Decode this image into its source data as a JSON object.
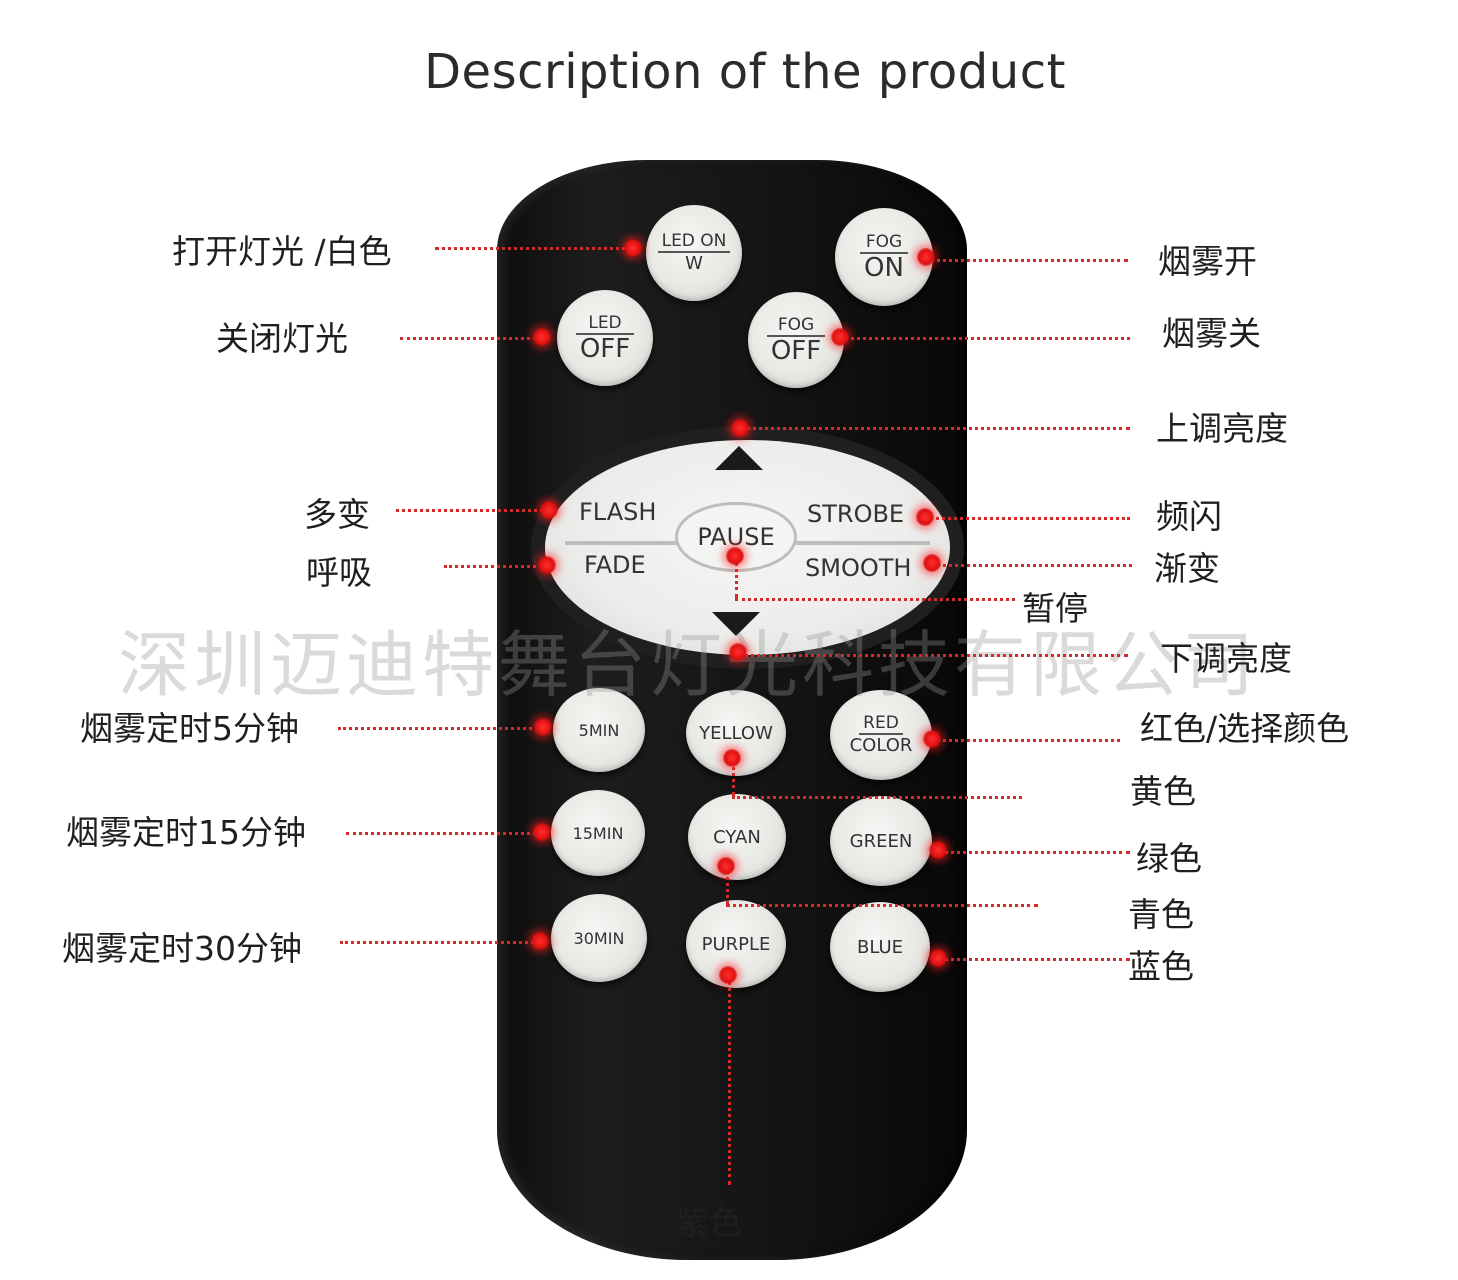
{
  "title": "Description  of  the product",
  "watermark": "深圳迈迪特舞台灯光科技有限公司",
  "labels": {
    "led_on_w": "打开灯光 /白色",
    "led_off": "关闭灯光",
    "fog_on": "烟雾开",
    "fog_off": "烟雾关",
    "bright_up": "上调亮度",
    "flash": "多变",
    "fade": "呼吸",
    "strobe": "频闪",
    "smooth": "渐变",
    "pause": "暂停",
    "bright_down": "下调亮度",
    "min5": "烟雾定时5分钟",
    "min15": "烟雾定时15分钟",
    "min30": "烟雾定时30分钟",
    "red_color": "红色/选择颜色",
    "yellow": "黄色",
    "green": "绿色",
    "cyan": "青色",
    "blue": "蓝色",
    "purple": "紫色"
  },
  "buttons": {
    "led_on_top": "LED ON",
    "led_on_bottom": "W",
    "fog_on_top": "FOG",
    "fog_on_bottom": "ON",
    "led_off_top": "LED",
    "led_off_bottom": "OFF",
    "fog_off_top": "FOG",
    "fog_off_bottom": "OFF",
    "flash": "FLASH",
    "fade": "FADE",
    "strobe": "STROBE",
    "smooth": "SMOOTH",
    "pause": "PAUSE",
    "min5": "5MIN",
    "min15": "15MIN",
    "min30": "30MIN",
    "yellow": "YELLOW",
    "cyan": "CYAN",
    "purple": "PURPLE",
    "red_top": "RED",
    "red_bottom": "COLOR",
    "green": "GREEN",
    "blue": "BLUE"
  },
  "colors": {
    "leader": "#d42a2a",
    "remote_body": "#141414",
    "button_face": "#ececea"
  },
  "icons": {
    "up": "triangle-up-icon",
    "down": "triangle-down-icon"
  }
}
